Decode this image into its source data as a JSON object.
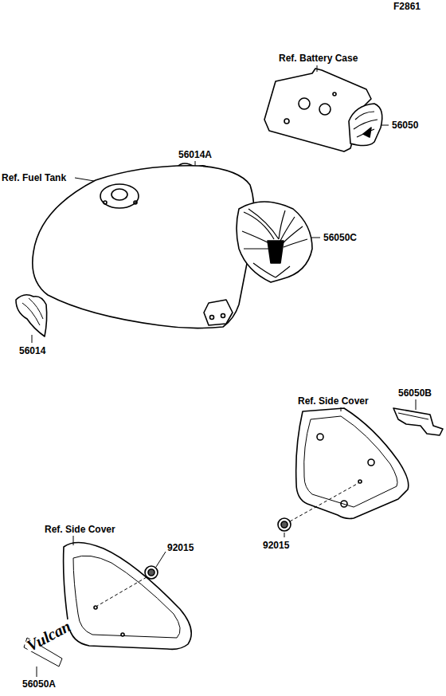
{
  "diagram": {
    "labels": [
      "F2861",
      "Ref. Battery Case",
      "56050",
      "56014A",
      "Ref. Fuel Tank",
      "56050C",
      "56014",
      "Ref. Side Cover",
      "56050B",
      "92015",
      "Ref. Side Cover",
      "92015",
      "Vulcan",
      "56050A"
    ]
  }
}
